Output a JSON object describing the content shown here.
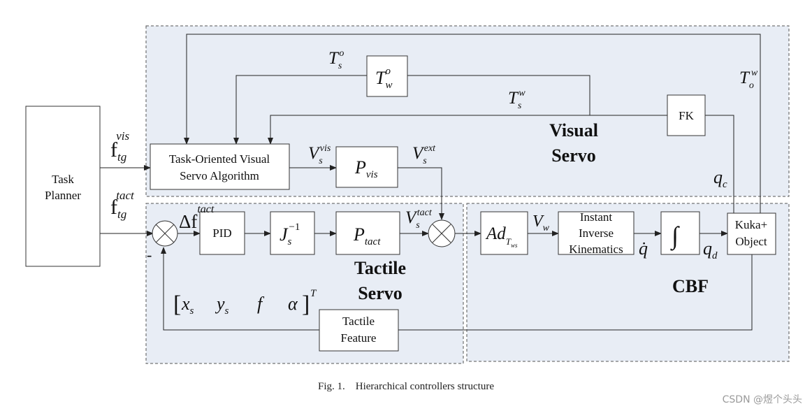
{
  "blocks": {
    "task_planner": [
      "Task",
      "Planner"
    ],
    "tovsa": [
      "Task-Oriented Visual",
      "Servo Algorithm"
    ],
    "p_vis": {
      "main": "P",
      "sub": "vis"
    },
    "t_w_o": {
      "main": "T",
      "sub": "w",
      "sup": "o"
    },
    "fk": "FK",
    "pid": "PID",
    "js_inv": {
      "main": "J",
      "sub": "s",
      "sup": "−1"
    },
    "p_tact": {
      "main": "P",
      "sub": "tact"
    },
    "ad": {
      "main": "Ad",
      "sub": "T",
      "subsub": "ws"
    },
    "iik": [
      "Instant",
      "Inverse",
      "Kinematics"
    ],
    "integrator": "∫",
    "kuka": [
      "Kuka+",
      "Object"
    ],
    "tactile_feature": [
      "Tactile",
      "Feature"
    ]
  },
  "regions": {
    "visual_servo": [
      "Visual",
      "Servo"
    ],
    "tactile_servo": [
      "Tactile",
      "Servo"
    ],
    "cbf": "CBF"
  },
  "signals": {
    "f_tg_vis": {
      "main": "f",
      "sub": "tg",
      "sup": "vis"
    },
    "f_tg_tact": {
      "main": "f",
      "sub": "tg",
      "sup": "tact"
    },
    "v_s_vis": {
      "main": "V",
      "sub": "s",
      "sup": "vis"
    },
    "v_s_ext": {
      "main": "V",
      "sub": "s",
      "sup": "ext"
    },
    "v_s_tact": {
      "main": "V",
      "sub": "s",
      "sup": "tact"
    },
    "t_s_o": {
      "main": "T",
      "sub": "s",
      "sup": "o"
    },
    "t_s_w": {
      "main": "T",
      "sub": "s",
      "sup": "w"
    },
    "t_o_w": {
      "main": "T",
      "sub": "o",
      "sup": "w"
    },
    "delta_f": {
      "main": "Δf",
      "sup": "tact"
    },
    "v_w": {
      "main": "V",
      "sub": "w"
    },
    "q_dot": "q̇",
    "q_d": {
      "main": "q",
      "sub": "d"
    },
    "q_c": {
      "main": "q",
      "sub": "c"
    },
    "minus": "-",
    "feature_vector": {
      "open": "[",
      "close": "]",
      "sup": "T",
      "items": [
        {
          "main": "x",
          "sub": "s"
        },
        {
          "main": "y",
          "sub": "s"
        },
        {
          "main": "f",
          "sub": ""
        },
        {
          "main": "α",
          "sub": ""
        }
      ]
    }
  },
  "caption": "Fig. 1.    Hierarchical controllers structure",
  "watermark": "CSDN @煜个头头"
}
